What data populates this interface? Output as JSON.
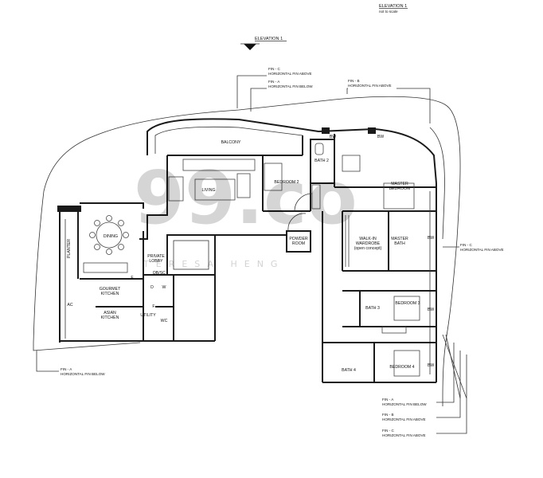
{
  "header": {
    "elevation_title": "ELEVATION 1",
    "elevation_sub": "not to scale",
    "elevation_marker": "ELEVATION 1"
  },
  "fins_top": {
    "c_above_1": "FIN - C",
    "c_above_2": "HORIZONTAL FIN ABOVE",
    "a_below_1": "FIN - A",
    "a_below_2": "HORIZONTAL FIN BELOW",
    "b_above_1": "FIN - B",
    "b_above_2": "HORIZONTAL FIN ABOVE"
  },
  "fins_right": {
    "c_above_1": "FIN - C",
    "c_above_2": "HORIZONTAL FIN ABOVE"
  },
  "fins_left": {
    "a_below_1": "FIN - A",
    "a_below_2": "HORIZONTAL FIN BELOW"
  },
  "fins_bottom": {
    "a_below_1": "FIN - A",
    "a_below_2": "HORIZONTAL FIN BELOW",
    "b_above_1": "FIN - B",
    "b_above_2": "HORIZONTAL FIN ABOVE",
    "c_above_1": "FIN - C",
    "c_above_2": "HORIZONTAL FIN ABOVE"
  },
  "rooms": {
    "balcony": "BALCONY",
    "living": "LIVING",
    "bedroom2": "BEDROOM 2",
    "bath2": "BATH 2",
    "master_bedroom_1": "MASTER",
    "master_bedroom_2": "BEDROOM",
    "dining": "DINING",
    "planter": "PLANTER",
    "private_lobby_1": "PRIVATE",
    "private_lobby_2": "LOBBY",
    "powder_room_1": "POWDER",
    "powder_room_2": "ROOM",
    "walkin_1": "WALK-IN",
    "walkin_2": "WARDROBE",
    "walkin_3": "(open concept)",
    "master_bath_1": "MASTER",
    "master_bath_2": "BATH",
    "db_sc": "DB/SC",
    "d": "D",
    "w": "W",
    "f1": "F",
    "f2": "F",
    "gourmet_1": "GOURMET",
    "gourmet_2": "KITCHEN",
    "asian_1": "ASIAN",
    "asian_2": "KITCHEN",
    "utility": "UTILITY",
    "wc": "WC",
    "ac": "AC",
    "bath3": "BATH 3",
    "bedroom3": "BEDROOM 3",
    "bath4": "BATH 4",
    "bedroom4": "BEDROOM 4",
    "bw1": "BW",
    "bw2": "BW",
    "bw3": "BW",
    "bw4": "BW",
    "bw5": "BW"
  },
  "watermark": {
    "logo": "99.co",
    "agent": "TERESA HENG"
  }
}
